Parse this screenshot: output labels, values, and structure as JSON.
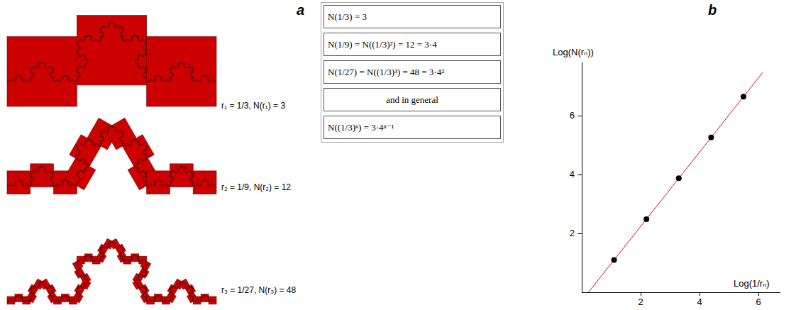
{
  "diagram": {
    "labels": [
      "a",
      "N(1/3) = 3",
      "N(1/9) = N((1/3)²) = 12 = 3·4",
      "N(1/27) = N((1/3)³) = 48 = 3·4²",
      "and in general",
      "N((1/3)ⁿ) = 3·4ⁿ⁻¹",
      "b",
      "r₁ = 1/3, N(r₁) = 3",
      "r₂ = 1/9, N(r₂) = 12",
      "r₃ = 1/27, N(r₃) = 48",
      "Log(N(rₙ))",
      "6",
      "4",
      "2",
      "2",
      "4",
      "6",
      "Log(1/rₙ)"
    ]
  }
}
